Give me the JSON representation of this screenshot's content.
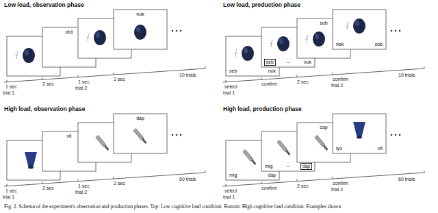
{
  "diagram": {
    "caption": "Fig. 2. Schema of the experiment's observation and production phases. Top: Low cognitive load condition. Bottom: High cognitive load condition. Examples shown",
    "nodes": [
      {
        "text": [
          "obö"
        ]
      },
      {
        "text": [
          "nuk"
        ]
      },
      {
        "text": [
          "seb",
          "nuk"
        ]
      },
      {
        "text": [
          "–",
          "nuk"
        ]
      },
      {
        "text": [
          "seb"
        ],
        "in": 3
      },
      {
        "text": [
          "sob"
        ]
      },
      {
        "text": [
          "nek",
          "sob"
        ]
      },
      {
        "text": [
          "vit"
        ]
      },
      {
        "text": [
          "dap"
        ]
      },
      {
        "text": [
          "mig",
          "dap"
        ]
      },
      {
        "text": [
          "mig",
          "–"
        ]
      },
      {
        "text": [
          "dap"
        ],
        "in": 10
      },
      {
        "text": [
          "cap"
        ]
      },
      {
        "text": [
          "lyo",
          "vit"
        ]
      }
    ],
    "labels": [
      "Low load, observation phase",
      "1 sec",
      "trial 1",
      "2 sec",
      "1 sec",
      "trial 2",
      "2 sec",
      "10 trials",
      "Low load, production phase",
      "select",
      "trial 1",
      "confirm",
      "2 sec",
      "confirm",
      "trial 2",
      "10 trials",
      "High load, observation phase",
      "1 sec",
      "trial 1",
      "2 sec",
      "1 sec",
      "trial 2",
      "2 sec",
      "60 trials",
      "High load, production phase",
      "select",
      "trial 1",
      "confirm",
      "2 sec",
      "confirm",
      "trial 2",
      "60 trials"
    ]
  }
}
